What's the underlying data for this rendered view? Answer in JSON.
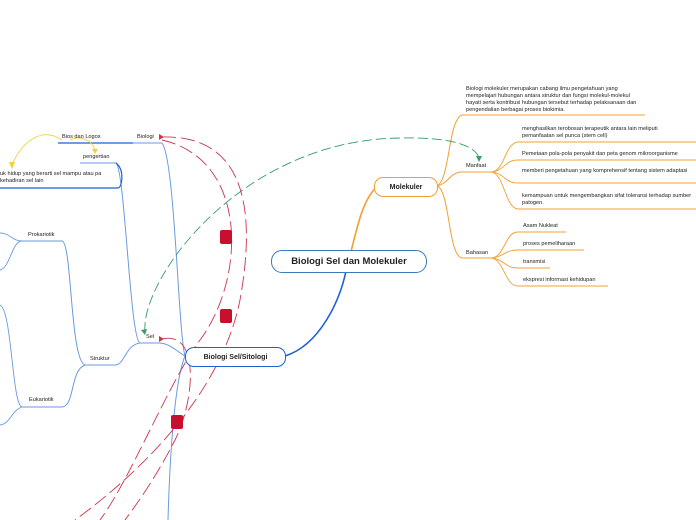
{
  "root": {
    "label": "Biologi Sel dan Molekuler"
  },
  "molekuler": {
    "label": "Molekuler",
    "definition": "Biologi molekuler merupakan cabang ilmu pengetahuan yang mempelajari hubungan antara struktur dan fungsi molekul-molekul hayati serta kontribusi hubungan tersebut terhadap pelaksanaan dan pengendalian berbagai proses biokimia.",
    "manfaat": {
      "label": "Manfaat",
      "items": [
        "menghasilkan terobosan terapeutik antara lain meliputi pemanfaatan sel punca (stem cell)",
        "Pemetaan pola-pola penyakit dan peta genom mikroorganisme",
        "memberi pengetahuan yang komprehensif tentang sistem adaptasi",
        "kemampuan untuk mengembangkan sifat toleransi terhadap sumber patogen."
      ]
    },
    "bahasan": {
      "label": "Bahasan",
      "items": [
        "Asam Nukleat",
        "proses pemeliharaan",
        "transmisi",
        "ekspresi informasi kehidupan"
      ]
    }
  },
  "sitologi": {
    "label": "Biologi Sel/Sitologi",
    "biologi": "Biologi",
    "bios_logos": "Bios dan Logos",
    "pengertian": "pengertian",
    "pengertian_text": "uk hidup yang berarti sel mampu atau pa kehadiran sel lain",
    "sel": "Sel",
    "struktur": "Struktur",
    "prokariotik": "Prokariotik",
    "eukariotik": "Eukariotik"
  },
  "colors": {
    "root_border": "#3a7ab8",
    "molekuler_branch": "#f0a030",
    "sitologi_branch": "#1f5fd6",
    "sub_branch": "#6a9ae0",
    "link_green": "#3a9a6a",
    "link_red": "#c8384a",
    "link_yellow": "#f0d040",
    "marker": "#c8102e"
  }
}
